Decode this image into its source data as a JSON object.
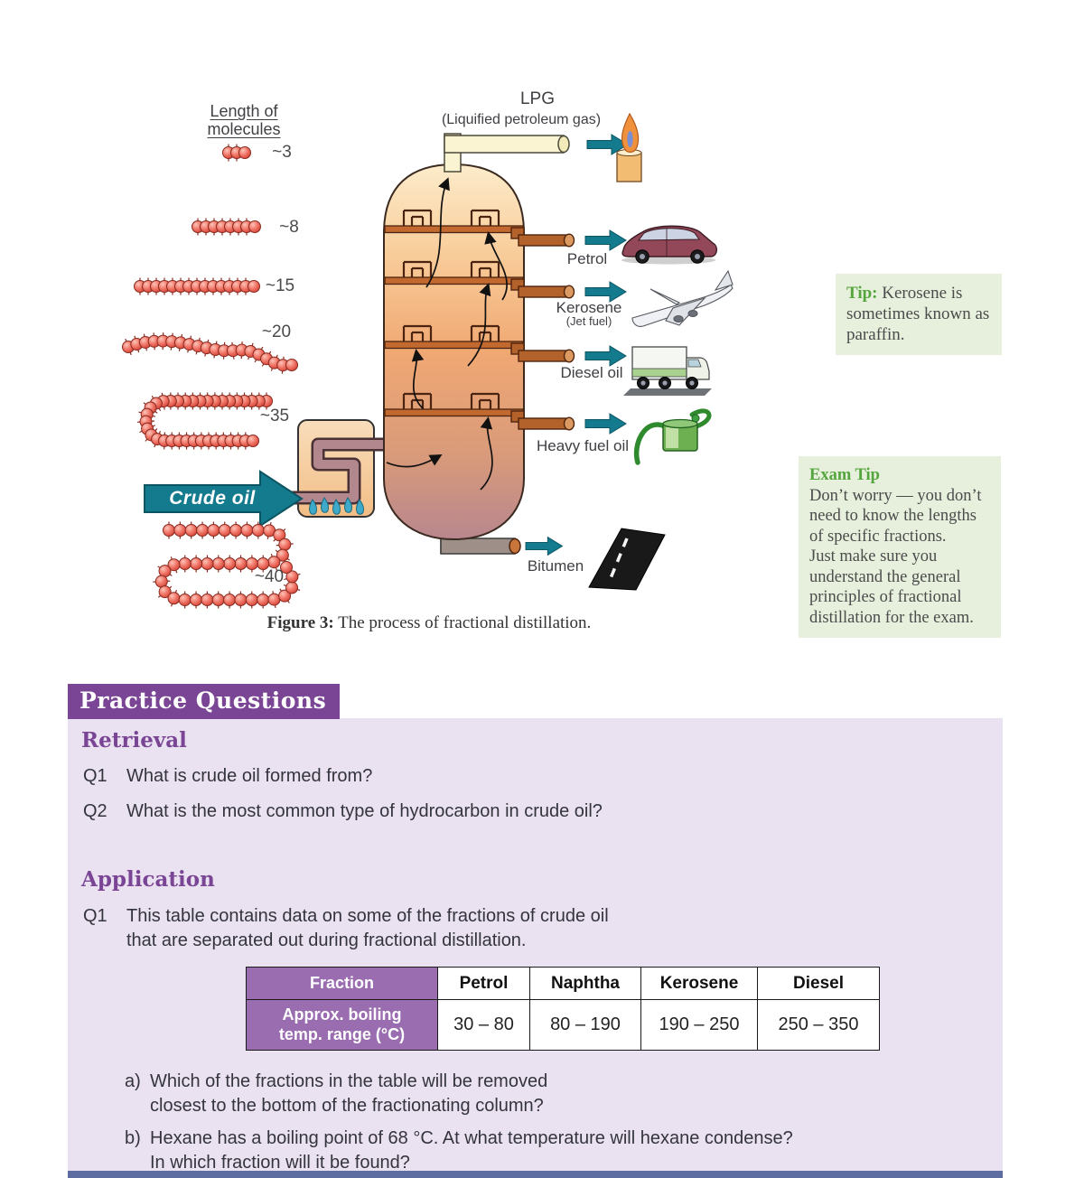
{
  "diagram": {
    "molecules_title": "Length of molecules",
    "molecules": [
      {
        "label": "~3",
        "atoms": 3,
        "shape": "straight"
      },
      {
        "label": "~8",
        "atoms": 8,
        "shape": "straight"
      },
      {
        "label": "~15",
        "atoms": 15,
        "shape": "straight"
      },
      {
        "label": "~20",
        "atoms": 20,
        "shape": "wavy"
      },
      {
        "label": "~35",
        "atoms": 35,
        "shape": "uturn"
      },
      {
        "label": "~40",
        "atoms": 40,
        "shape": "coil"
      }
    ],
    "crude_oil_label": "Crude oil",
    "fractions": {
      "lpg": {
        "name": "LPG",
        "sub": "(Liquified petroleum gas)"
      },
      "petrol": {
        "name": "Petrol"
      },
      "kerosene": {
        "name": "Kerosene",
        "sub": "(Jet fuel)"
      },
      "diesel": {
        "name": "Diesel oil"
      },
      "heavy": {
        "name": "Heavy fuel oil"
      },
      "bitumen": {
        "name": "Bitumen"
      }
    },
    "caption_bold": "Figure 3:",
    "caption_text": " The process of fractional distillation."
  },
  "tips": {
    "side_tip": {
      "label": "Tip:",
      "text": " Kerosene is sometimes known as paraffin."
    },
    "exam_tip": {
      "title": "Exam Tip",
      "body": "Don’t worry — you don’t\nneed to know the lengths\nof specific fractions.\nJust make sure you\nunderstand the general\nprinciples of fractional\ndistillation for the exam."
    }
  },
  "practice": {
    "banner": "Practice Questions",
    "retrieval": {
      "title": "Retrieval",
      "questions": [
        {
          "num": "Q1",
          "text": "What is crude oil formed from?"
        },
        {
          "num": "Q2",
          "text": "What is the most common type of hydrocarbon in crude oil?"
        }
      ]
    },
    "application": {
      "title": "Application",
      "q1_num": "Q1",
      "q1_text": "This table contains data on some of the fractions of crude oil\nthat are separated out during fractional distillation.",
      "table": {
        "header": [
          "Fraction",
          "Petrol",
          "Naphtha",
          "Kerosene",
          "Diesel"
        ],
        "row_label": "Approx. boiling temp. range (°C)",
        "values": [
          "30 – 80",
          "80 – 190",
          "190 – 250",
          "250 – 350"
        ]
      },
      "subquestions": [
        {
          "num": "a)",
          "text": "Which of the fractions in the table will be removed\nclosest to the bottom of the fractionating column?"
        },
        {
          "num": "b)",
          "text": "Hexane has a boiling point of 68 °C.  At what temperature will hexane condense?\nIn which fraction will it be found?"
        }
      ]
    }
  },
  "colors": {
    "purple": "#7b4596",
    "panel": "#eae2f1",
    "table_purple": "#9a6cb0",
    "teal": "#147a8e",
    "tip_green": "#55a53e",
    "tip_bg": "#e7f0dc",
    "footer_blue": "#5e6da1"
  }
}
